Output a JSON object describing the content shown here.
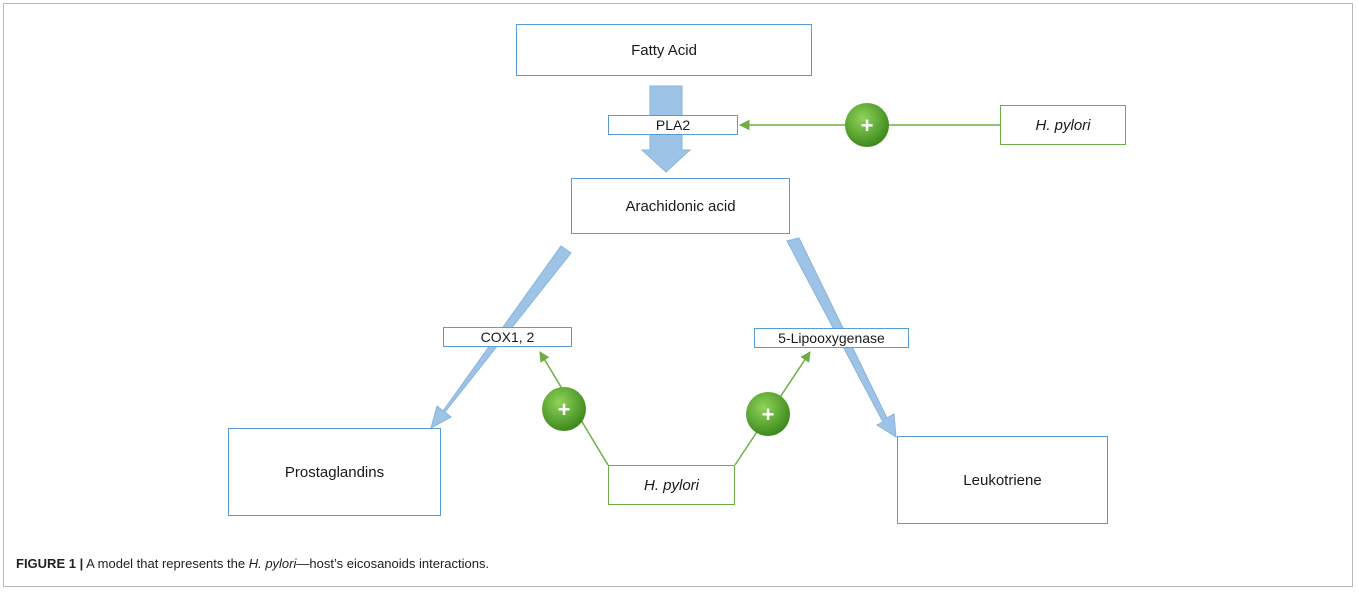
{
  "nodes": {
    "fatty_acid": "Fatty Acid",
    "pla2": "PLA2",
    "h_pylori_top": "H. pylori",
    "arachidonic_acid": "Arachidonic acid",
    "cox": "COX1, 2",
    "lipooxygenase": "5-Lipooxygenase",
    "prostaglandins": "Prostaglandins",
    "leukotriene": "Leukotriene",
    "h_pylori_bottom": "H. pylori"
  },
  "plus_symbol": "+",
  "caption": {
    "label": "FIGURE 1 |",
    "text_before": " A model that represents the ",
    "species": "H. pylori",
    "text_after": "—host’s eicosanoids interactions."
  },
  "colors": {
    "box_border_blue": "#5b9bd5",
    "box_border_green": "#70ad47",
    "flow_arrow": "#9dc3e6",
    "activation_line": "#70ad47",
    "plus_circle": "#5aa02c"
  }
}
